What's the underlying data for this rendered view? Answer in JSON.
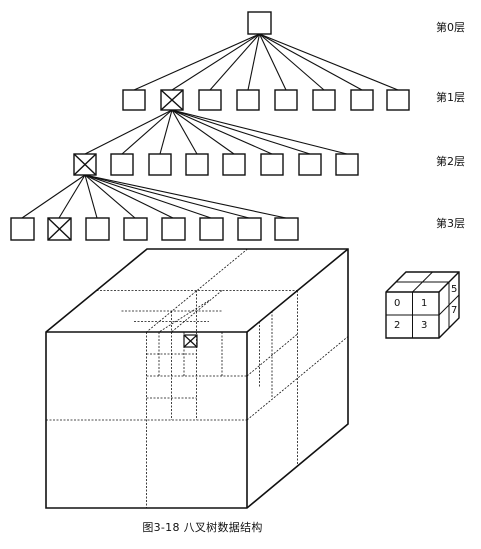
{
  "levels": [
    "第0层",
    "第1层",
    "第2层",
    "第3层"
  ],
  "caption": "图3-18   八叉树数据结构",
  "small_cube_labels": {
    "front": [
      "0",
      "1",
      "2",
      "3"
    ],
    "side": [
      "5",
      "7"
    ]
  }
}
